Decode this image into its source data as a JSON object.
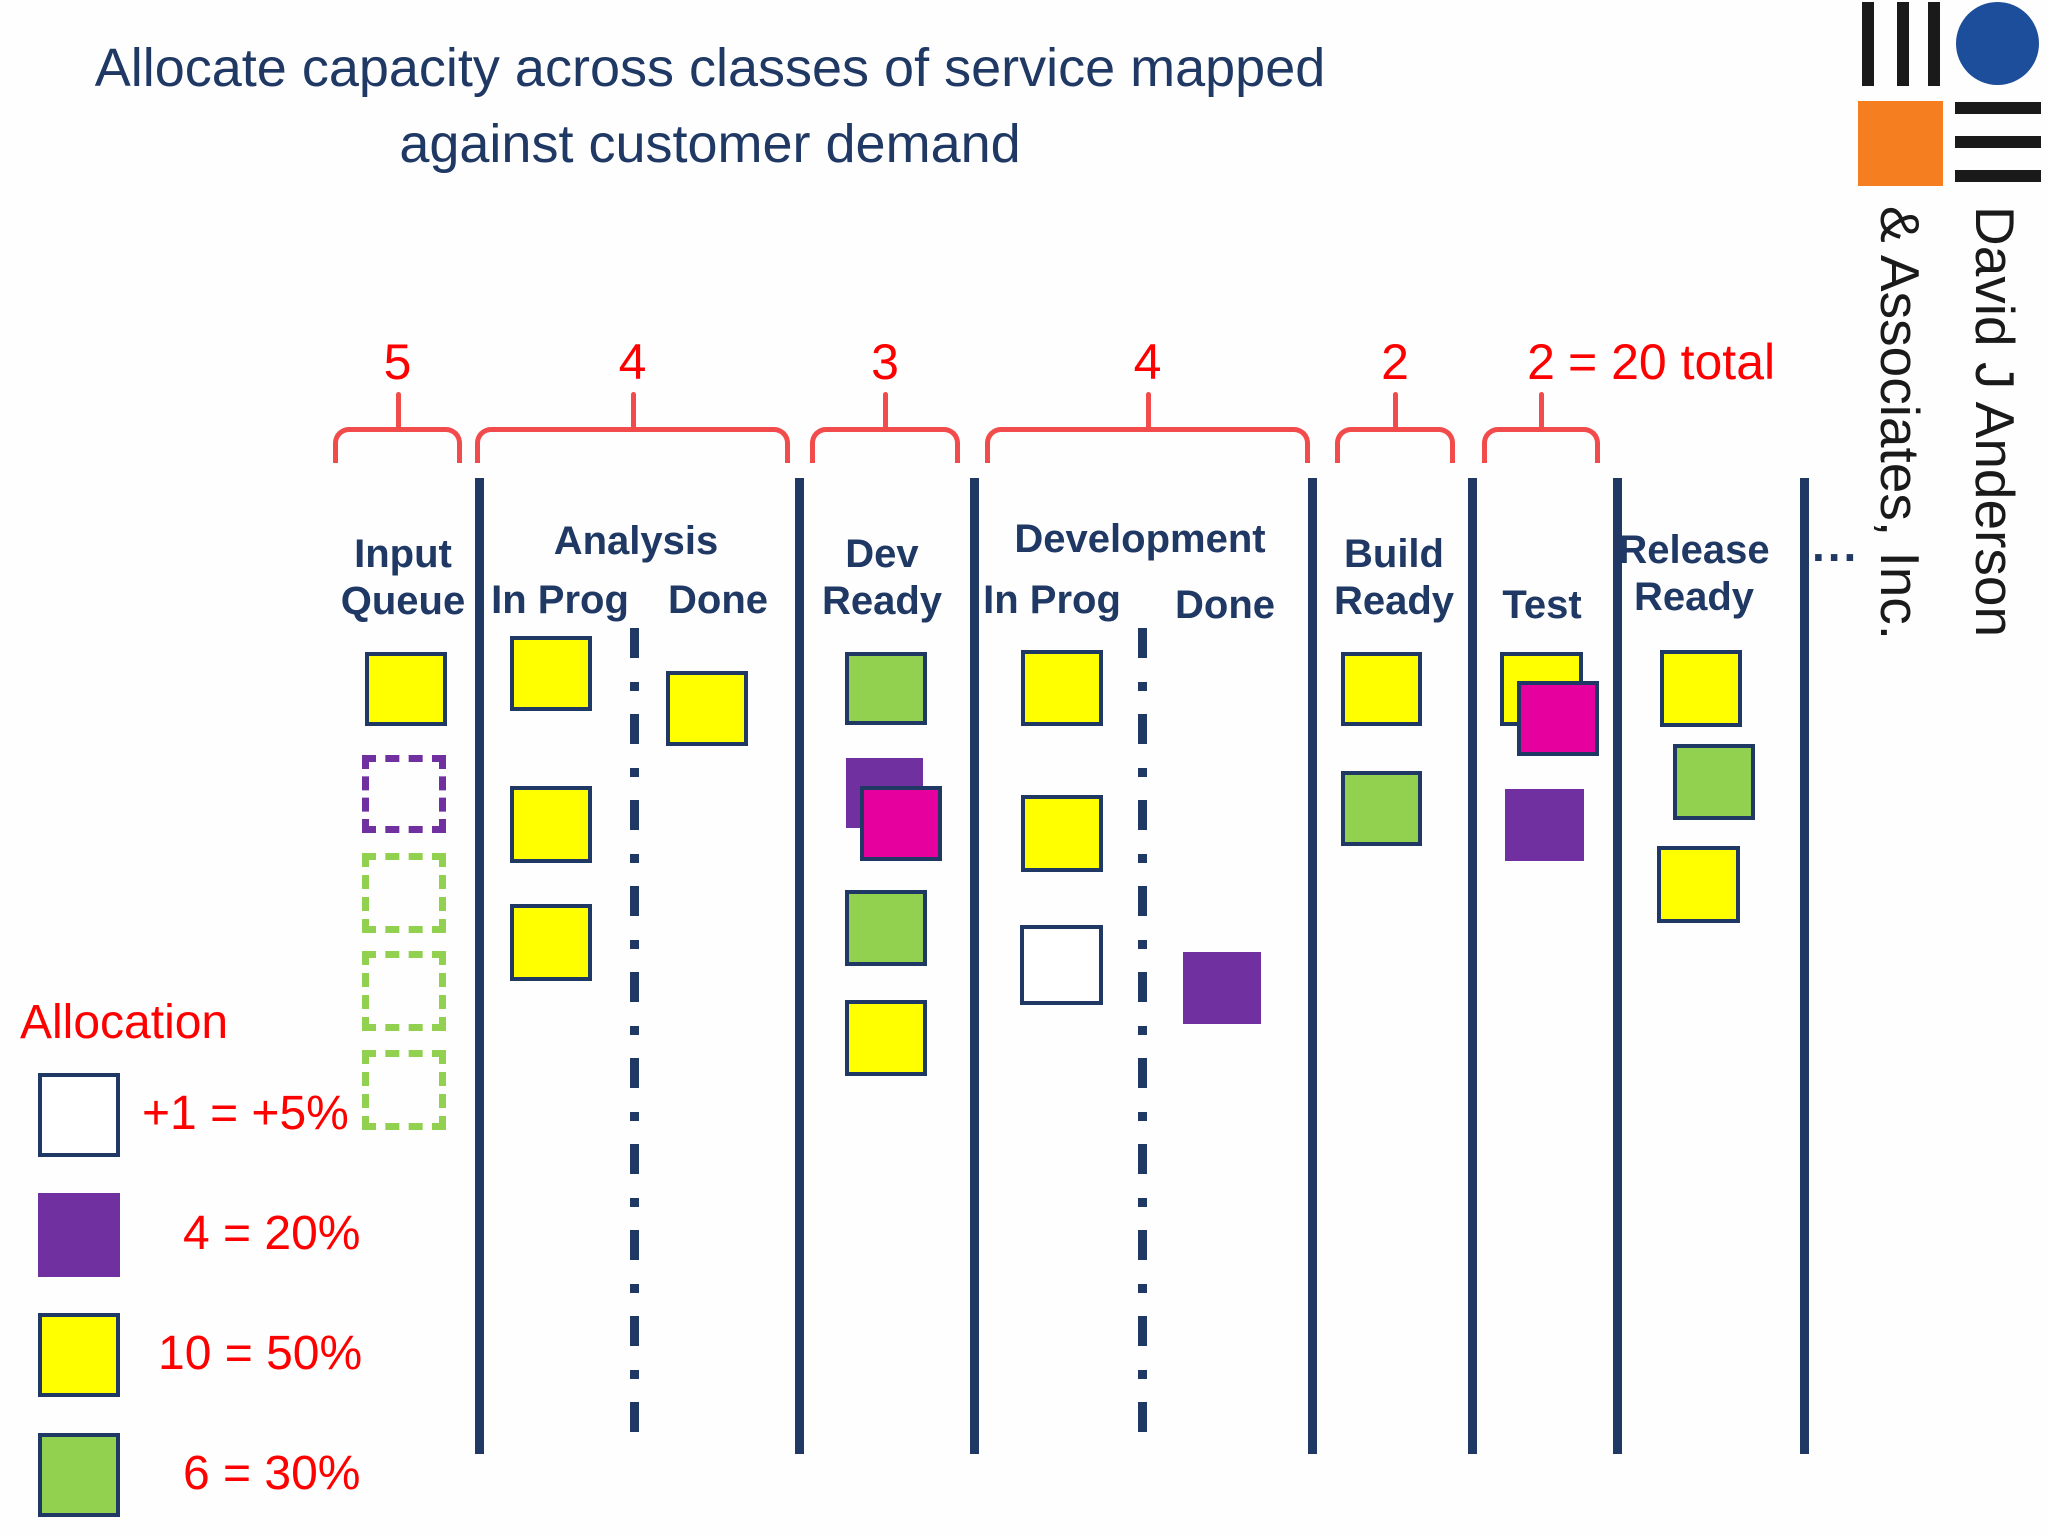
{
  "title": {
    "line1": "Allocate capacity across classes of service mapped",
    "line2": "against customer demand"
  },
  "logo": {
    "name_line1": "David J Anderson",
    "name_line2": "& Associates, Inc."
  },
  "capacity": {
    "numbers": [
      "5",
      "4",
      "3",
      "4",
      "2",
      "2"
    ],
    "total_suffix": "= 20 total"
  },
  "columns": {
    "input_queue": {
      "line1": "Input",
      "line2": "Queue"
    },
    "analysis": {
      "title": "Analysis",
      "in_prog": "In Prog",
      "done": "Done"
    },
    "dev_ready": {
      "line1": "Dev",
      "line2": "Ready"
    },
    "development": {
      "title": "Development",
      "in_prog": "In Prog",
      "done": "Done"
    },
    "build_ready": {
      "line1": "Build",
      "line2": "Ready"
    },
    "test": {
      "title": "Test"
    },
    "release_ready": {
      "line1": "Release",
      "line2": "Ready"
    }
  },
  "ellipsis": "...",
  "board_notes": [
    {
      "column": "input-queue",
      "color": "yellow",
      "style": "solid"
    },
    {
      "column": "input-queue",
      "color": "purple",
      "style": "dashed"
    },
    {
      "column": "input-queue",
      "color": "green",
      "style": "dashed"
    },
    {
      "column": "input-queue",
      "color": "green",
      "style": "dashed"
    },
    {
      "column": "input-queue",
      "color": "green",
      "style": "dashed"
    },
    {
      "column": "analysis-in-prog",
      "color": "yellow",
      "style": "solid"
    },
    {
      "column": "analysis-in-prog",
      "color": "yellow",
      "style": "solid"
    },
    {
      "column": "analysis-in-prog",
      "color": "yellow",
      "style": "solid"
    },
    {
      "column": "analysis-done",
      "color": "yellow",
      "style": "solid"
    },
    {
      "column": "dev-ready",
      "color": "green",
      "style": "solid"
    },
    {
      "column": "dev-ready",
      "color": "purple",
      "style": "solid"
    },
    {
      "column": "dev-ready",
      "color": "magenta",
      "style": "solid"
    },
    {
      "column": "dev-ready",
      "color": "green",
      "style": "solid"
    },
    {
      "column": "dev-ready",
      "color": "yellow",
      "style": "solid"
    },
    {
      "column": "development-in-prog",
      "color": "yellow",
      "style": "solid"
    },
    {
      "column": "development-in-prog",
      "color": "yellow",
      "style": "solid"
    },
    {
      "column": "development-in-prog",
      "color": "white",
      "style": "solid"
    },
    {
      "column": "development-done",
      "color": "purple",
      "style": "solid"
    },
    {
      "column": "build-ready",
      "color": "yellow",
      "style": "solid"
    },
    {
      "column": "build-ready",
      "color": "green",
      "style": "solid"
    },
    {
      "column": "test",
      "color": "yellow",
      "style": "solid"
    },
    {
      "column": "test",
      "color": "magenta",
      "style": "solid"
    },
    {
      "column": "test",
      "color": "purple",
      "style": "solid"
    },
    {
      "column": "release-ready",
      "color": "yellow",
      "style": "solid"
    },
    {
      "column": "release-ready",
      "color": "green",
      "style": "solid"
    },
    {
      "column": "release-ready",
      "color": "yellow",
      "style": "solid"
    }
  ],
  "legend": {
    "title": "Allocation",
    "items": [
      {
        "color": "white",
        "label": "+1 = +5%"
      },
      {
        "color": "purple",
        "label": "4 = 20%"
      },
      {
        "color": "yellow",
        "label": "10 = 50%"
      },
      {
        "color": "green",
        "label": "6 = 30%"
      }
    ]
  },
  "colors": {
    "navy": "#1F3864",
    "red": "#FF0000",
    "brace": "#F24B4B",
    "yellow": "#FFFF00",
    "green": "#92D050",
    "purple": "#7030A0",
    "magenta": "#E6009E",
    "logo_orange": "#F57E20",
    "logo_blue": "#1D4E9B",
    "logo_black": "#1A1A1A"
  }
}
